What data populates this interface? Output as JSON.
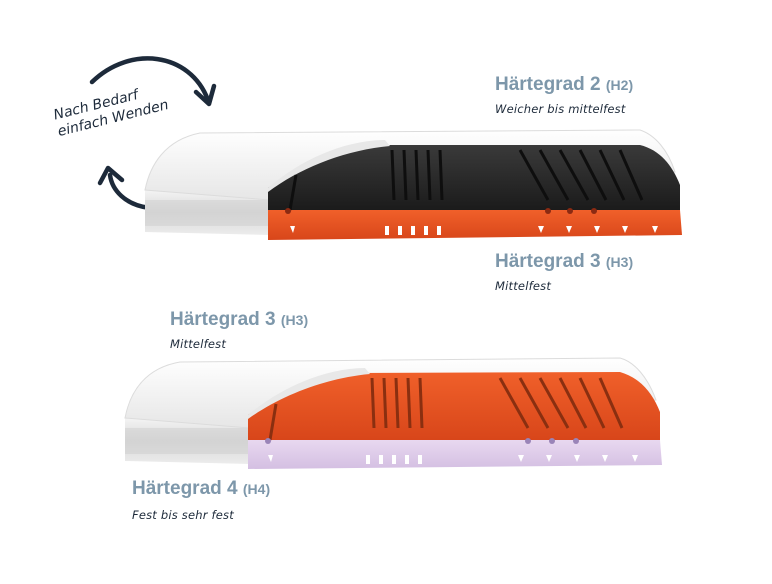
{
  "flip_note": {
    "line1": "Nach Bedarf",
    "line2": "einfach Wenden",
    "arrow_color": "#1d2a3a"
  },
  "top_mattress": {
    "upper_layer": {
      "grade": "Härtegrad 2",
      "code": "(H2)",
      "description": "Weicher bis mittelfest",
      "color": "#2a2a2a"
    },
    "lower_layer": {
      "grade": "Härtegrad 3",
      "code": "(H3)",
      "description": "Mittelfest",
      "color": "#e5501b"
    }
  },
  "bottom_mattress": {
    "upper_layer": {
      "grade": "Härtegrad 3",
      "code": "(H3)",
      "description": "Mittelfest",
      "color": "#e5501b"
    },
    "lower_layer": {
      "grade": "Härtegrad 4",
      "code": "(H4)",
      "description": "Fest bis sehr fest",
      "color": "#ddc9e8"
    }
  },
  "colors": {
    "label": "#7d97aa",
    "text": "#1d2a3a",
    "cover": "#f1f1f1"
  }
}
